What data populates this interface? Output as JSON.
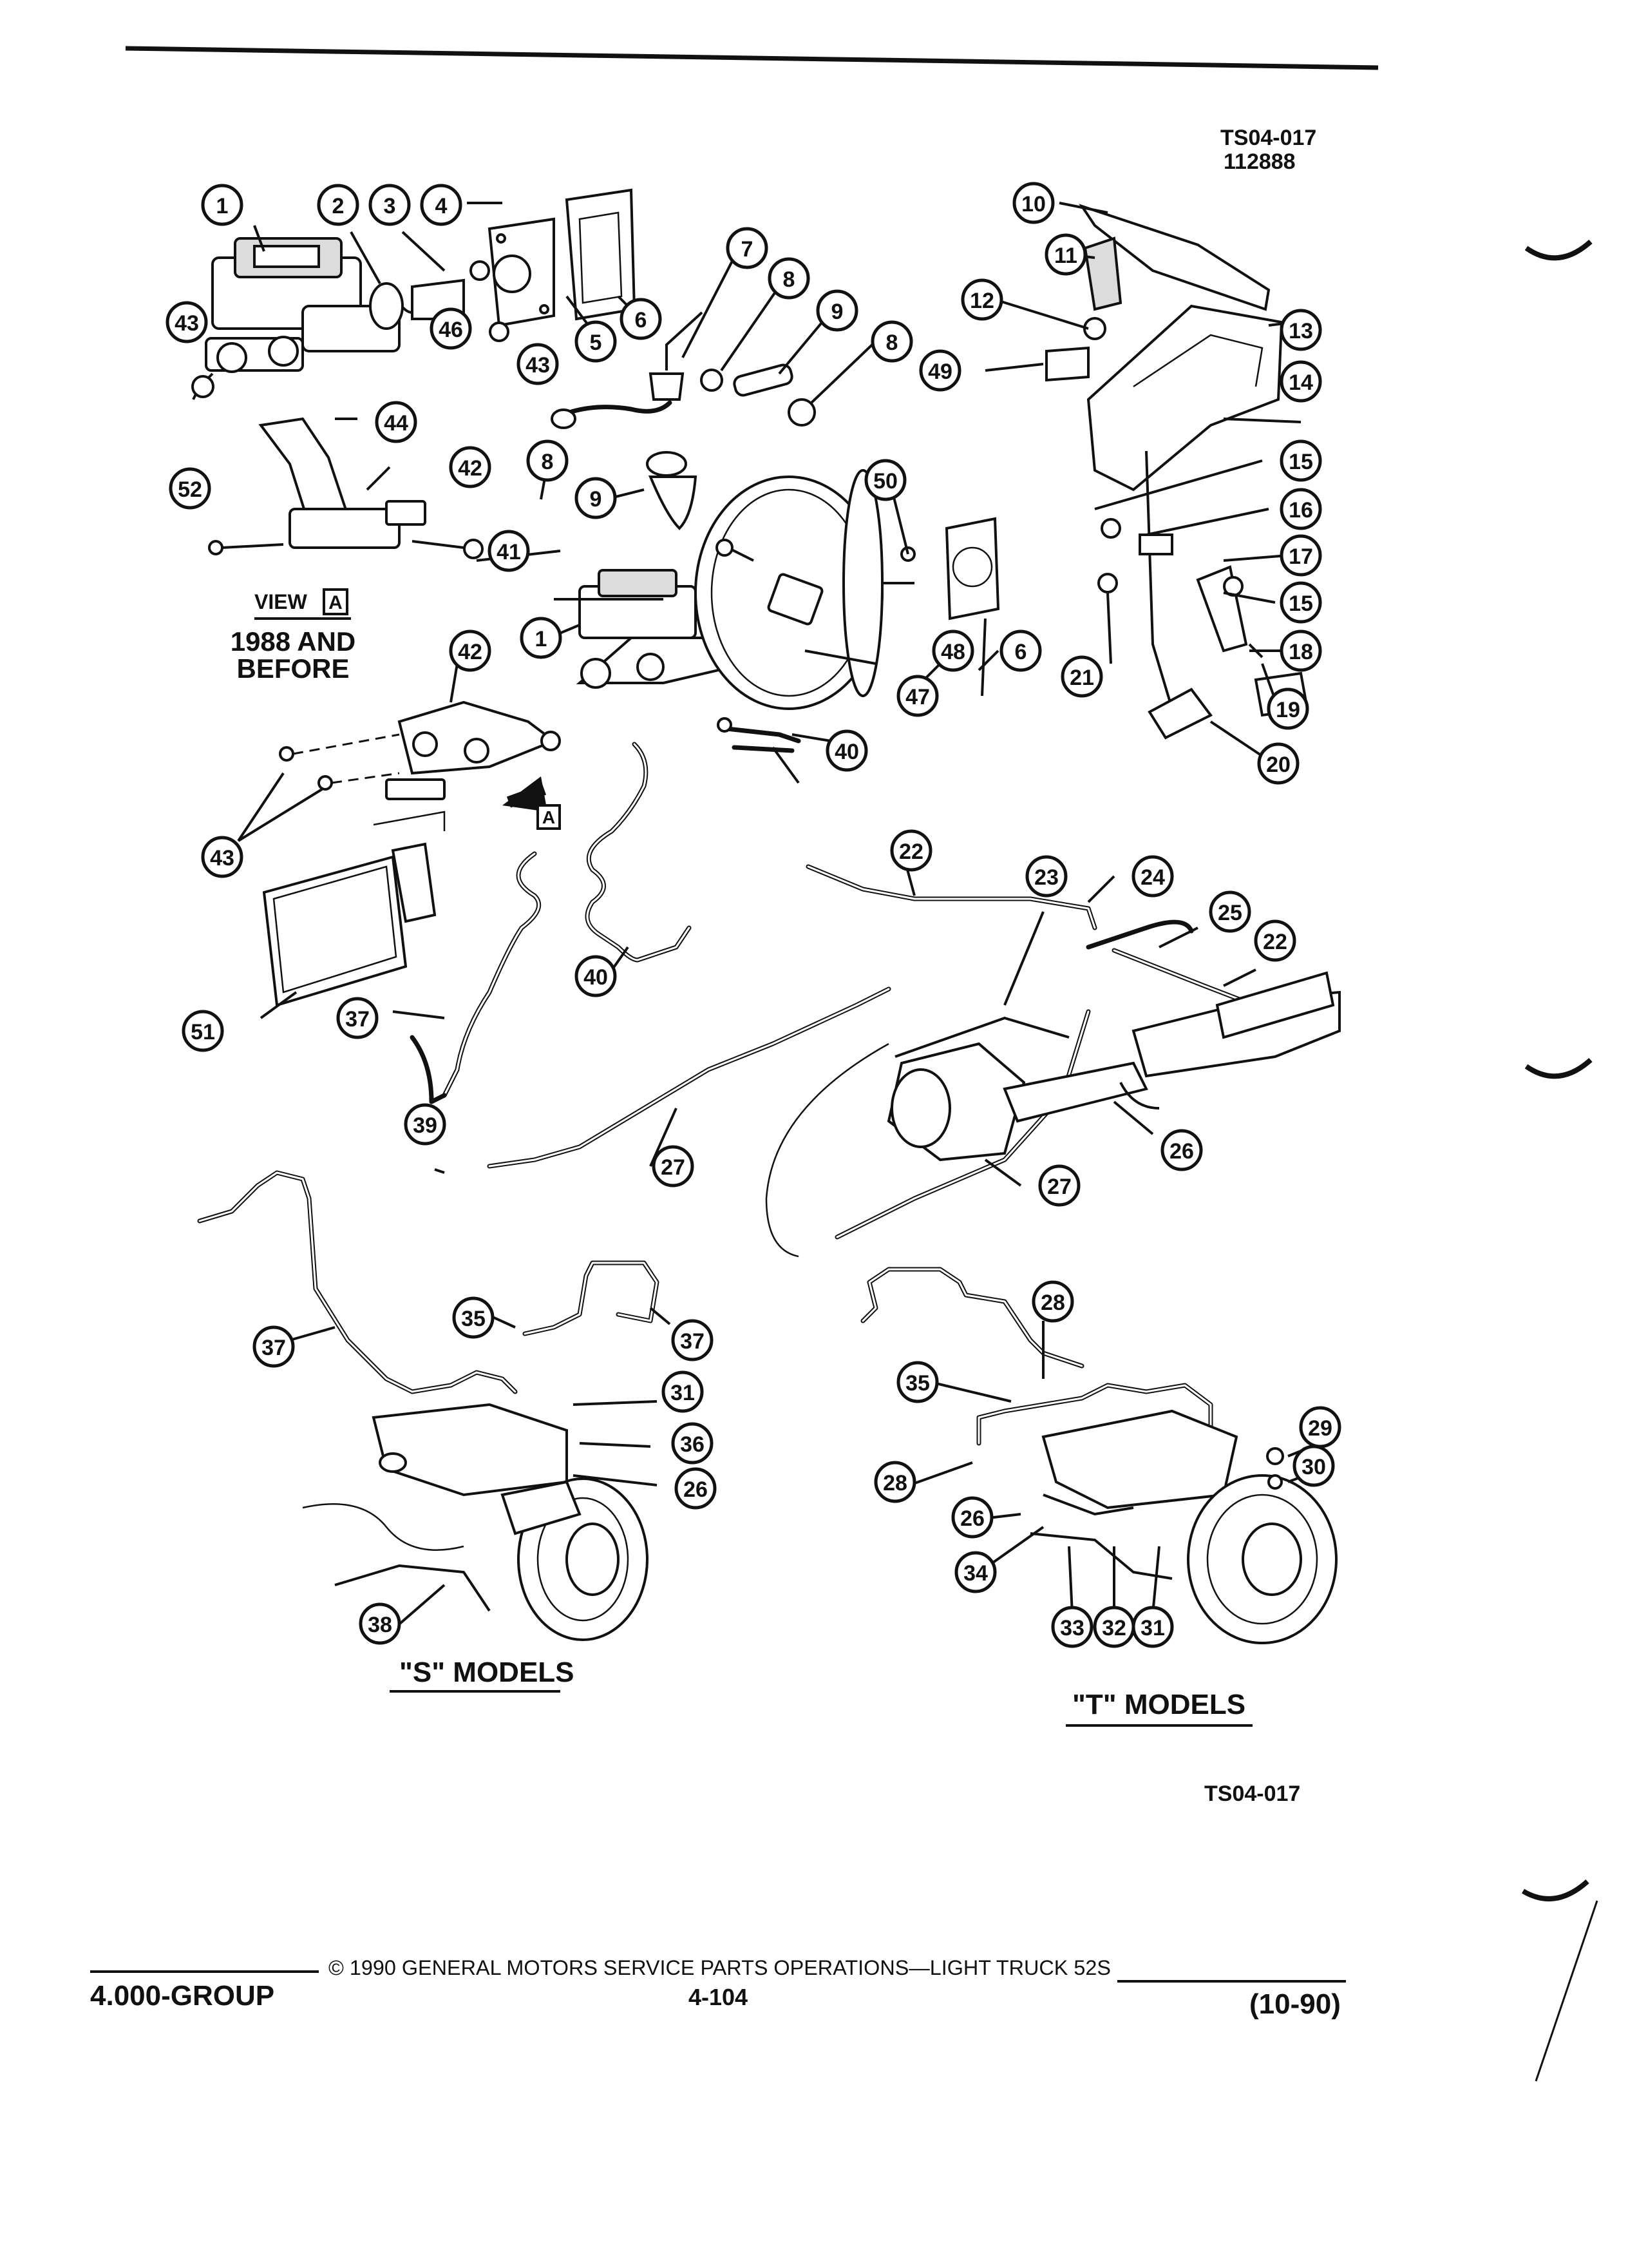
{
  "figure": {
    "code_top": "TS04-017",
    "date_code": "112888",
    "code_bottom": "TS04-017",
    "view_label": "VIEW",
    "view_letter": "A",
    "arrow_letter": "A",
    "note_line1": "1988 AND",
    "note_line2": "BEFORE",
    "s_models": "\"S\" MODELS",
    "t_models": "\"T\" MODELS"
  },
  "callouts": [
    "1",
    "2",
    "3",
    "4",
    "5",
    "6",
    "7",
    "8",
    "9",
    "10",
    "11",
    "12",
    "13",
    "14",
    "15",
    "16",
    "17",
    "18",
    "19",
    "20",
    "21",
    "22",
    "23",
    "24",
    "25",
    "26",
    "27",
    "28",
    "29",
    "30",
    "31",
    "32",
    "33",
    "34",
    "35",
    "36",
    "37",
    "38",
    "39",
    "40",
    "41",
    "42",
    "43",
    "44",
    "46",
    "47",
    "48",
    "49",
    "50",
    "51",
    "52"
  ],
  "footer": {
    "group": "4.000-GROUP",
    "copyright": "© 1990 GENERAL MOTORS SERVICE PARTS OPERATIONS—LIGHT TRUCK 52S",
    "page": "4-104",
    "revision": "(10-90)"
  }
}
